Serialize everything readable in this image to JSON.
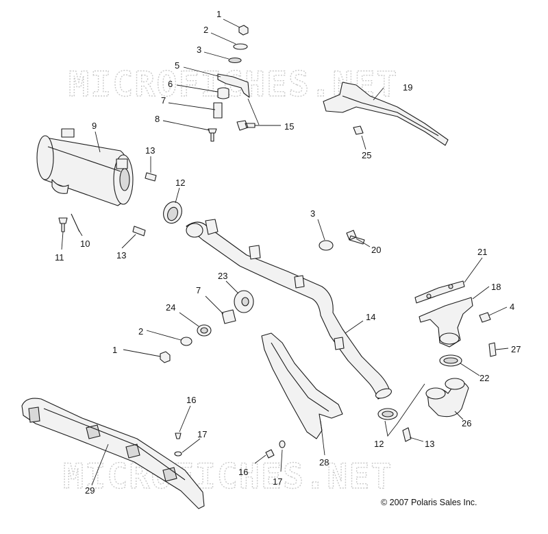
{
  "watermark": "MICROFICHES.NET",
  "copyright": "© 2007 Polaris Sales Inc.",
  "callouts": [
    "1",
    "2",
    "3",
    "5",
    "6",
    "7",
    "8",
    "15",
    "9",
    "13",
    "12",
    "10",
    "11",
    "13",
    "19",
    "25",
    "3",
    "20",
    "21",
    "18",
    "4",
    "27",
    "23",
    "7",
    "24",
    "2",
    "1",
    "14",
    "22",
    "26",
    "12",
    "13",
    "16",
    "17",
    "16",
    "17",
    "28",
    "29"
  ]
}
